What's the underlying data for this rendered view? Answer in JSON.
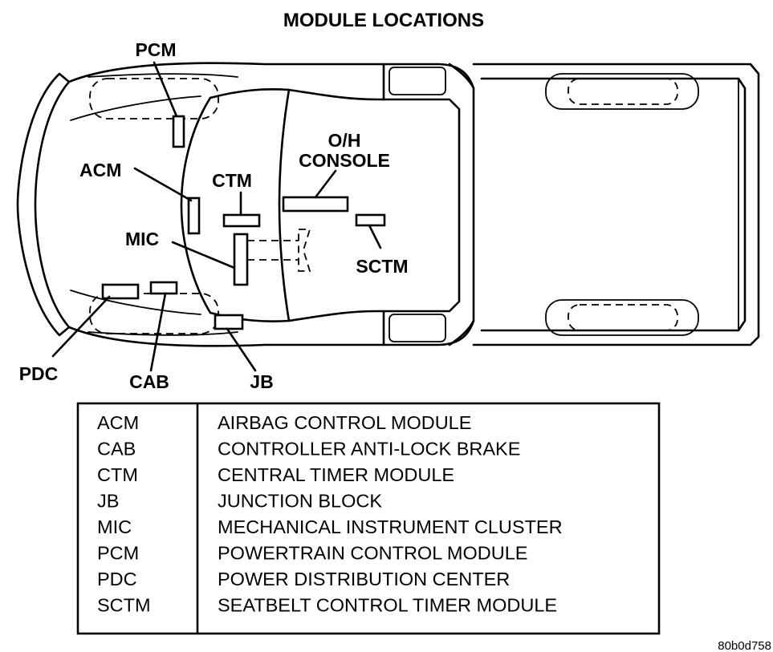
{
  "title": "MODULE LOCATIONS",
  "labels": {
    "pcm": "PCM",
    "acm": "ACM",
    "ctm": "CTM",
    "oh_console_line1": "O/H",
    "oh_console_line2": "CONSOLE",
    "mic": "MIC",
    "sctm": "SCTM",
    "pdc": "PDC",
    "cab": "CAB",
    "jb": "JB"
  },
  "legend": [
    {
      "code": "ACM",
      "description": "AIRBAG CONTROL MODULE"
    },
    {
      "code": "CAB",
      "description": "CONTROLLER ANTI-LOCK BRAKE"
    },
    {
      "code": "CTM",
      "description": "CENTRAL TIMER MODULE"
    },
    {
      "code": "JB",
      "description": "JUNCTION BLOCK"
    },
    {
      "code": "MIC",
      "description": "MECHANICAL INSTRUMENT CLUSTER"
    },
    {
      "code": "PCM",
      "description": "POWERTRAIN CONTROL MODULE"
    },
    {
      "code": "PDC",
      "description": "POWER DISTRIBUTION CENTER"
    },
    {
      "code": "SCTM",
      "description": "SEATBELT CONTROL TIMER MODULE"
    }
  ],
  "reference": "80b0d758"
}
